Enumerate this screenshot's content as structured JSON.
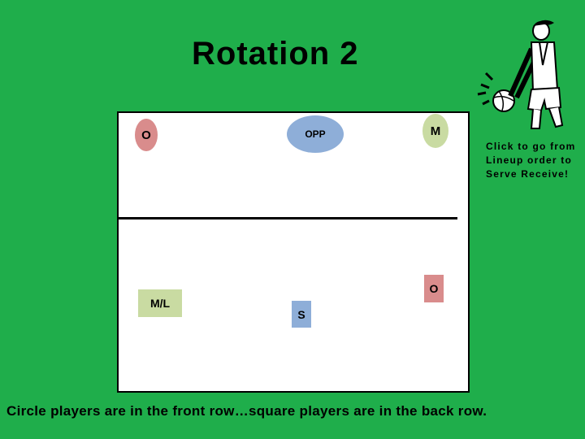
{
  "slide": {
    "title": "Rotation 2",
    "side_note": "Click to go from Lineup order to Serve Receive!",
    "footer": "Circle players are in the front row…square players are in the back row."
  },
  "players": {
    "front_left": {
      "label": "O",
      "shape": "circle",
      "color": "#d98c8c"
    },
    "front_middle": {
      "label": "OPP",
      "shape": "circle",
      "color": "#8eaed8"
    },
    "front_right": {
      "label": "M",
      "shape": "circle",
      "color": "#c9dba2"
    },
    "back_right": {
      "label": "O",
      "shape": "square",
      "color": "#d98c8c"
    },
    "back_middle": {
      "label": "S",
      "shape": "square",
      "color": "#8eaed8"
    },
    "back_left": {
      "label": "M/L",
      "shape": "square",
      "color": "#c9dba2"
    }
  },
  "colors": {
    "background": "#1fae4b",
    "court": "#ffffff"
  },
  "icons": {
    "clipart": "volleyball-player-icon"
  }
}
